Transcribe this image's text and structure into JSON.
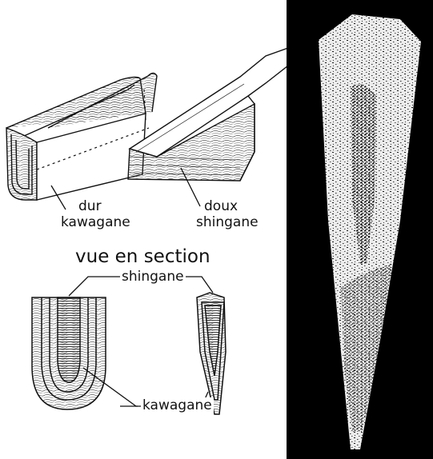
{
  "labels": {
    "dur": "dur",
    "kawagane_top": "kawagane",
    "doux": "doux",
    "shingane_top": "shingane",
    "section_title": "vue en section",
    "shingane_section": "shingane",
    "kawagane_section": "kawagane"
  },
  "colors": {
    "ink": "#111111",
    "paper": "#ffffff",
    "photo_bg": "#000000",
    "blade_light": "#ececec"
  }
}
